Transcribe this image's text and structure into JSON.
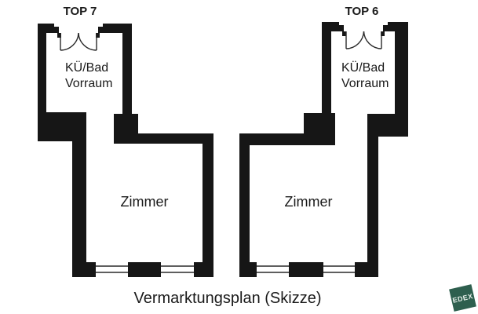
{
  "colors": {
    "wall": "#161616",
    "line": "#2a2a2a",
    "text": "#1a1a1a",
    "background": "#ffffff"
  },
  "plan": {
    "caption": "Vermarktungsplan (Skizze)",
    "units": [
      {
        "label": "TOP 7",
        "kitchen_line1": "KÜ/Bad",
        "kitchen_line2": "Vorraum",
        "room": "Zimmer"
      },
      {
        "label": "TOP 6",
        "kitchen_line1": "KÜ/Bad",
        "kitchen_line2": "Vorraum",
        "room": "Zimmer"
      }
    ]
  },
  "logo": {
    "text": "EDEX",
    "background": "#2e5f4e",
    "text_color": "#e6efe9"
  }
}
